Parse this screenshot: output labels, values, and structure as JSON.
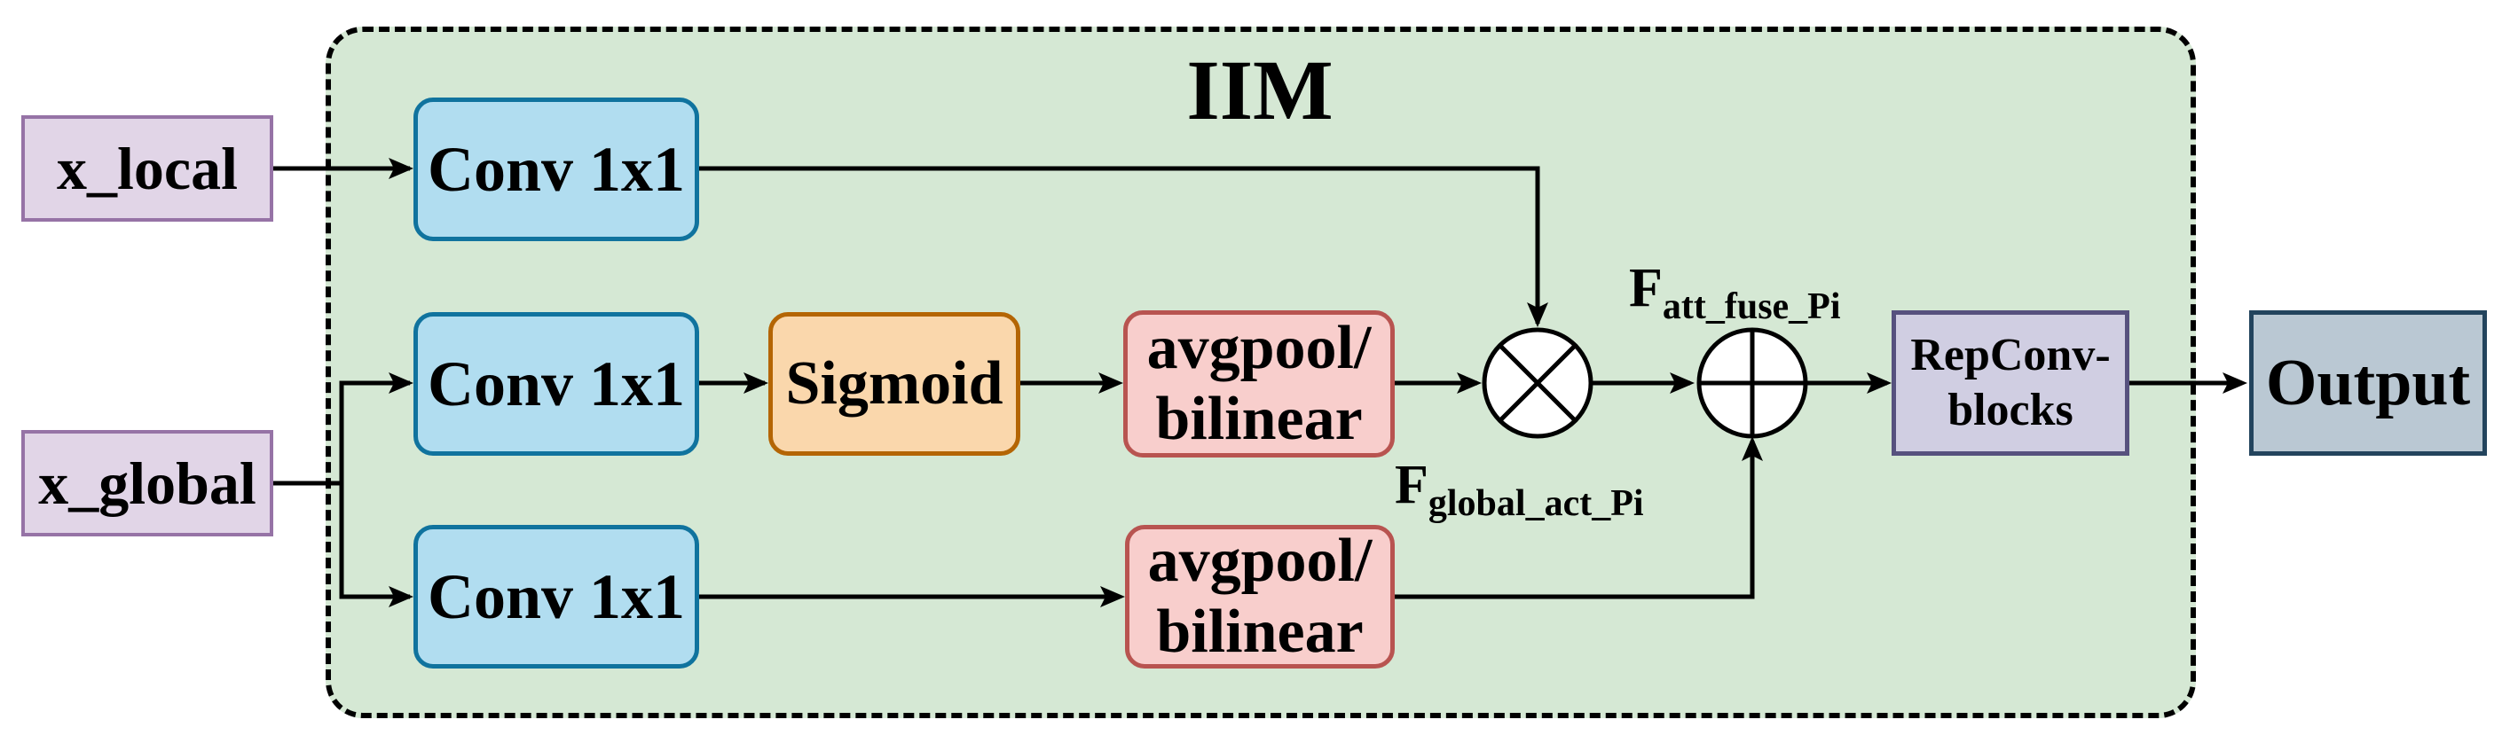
{
  "module": {
    "title": "IIM"
  },
  "inputs": {
    "local": "x_local",
    "global": "x_global"
  },
  "blocks": {
    "conv_top": "Conv 1x1",
    "conv_mid": "Conv 1x1",
    "conv_bot": "Conv 1x1",
    "sigmoid": "Sigmoid",
    "pool_mid_line1": "avgpool/",
    "pool_mid_line2": "bilinear",
    "pool_bot_line1": "avgpool/",
    "pool_bot_line2": "bilinear",
    "rep_line1": "RepConv-",
    "rep_line2": "blocks",
    "output": "Output"
  },
  "labels": {
    "att_main": "F",
    "att_sub": "att_fuse_Pi",
    "global_main": "F",
    "global_sub": "global_act_Pi"
  },
  "colors": {
    "module_fill": "#d5e8d4",
    "input_fill": "#e1d5e7",
    "conv_fill": "#b1ddf0",
    "sigmoid_fill": "#fad7ac",
    "pool_fill": "#f8cecc",
    "rep_fill": "#d0cee2",
    "output_fill": "#bac8d3"
  }
}
